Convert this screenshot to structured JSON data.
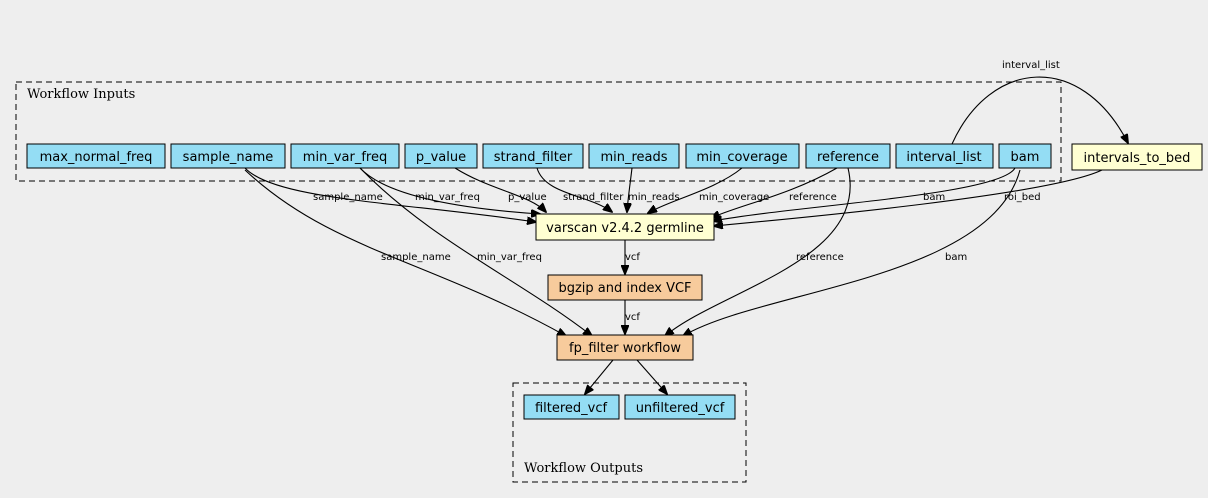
{
  "clusters": {
    "inputs_label": "Workflow Inputs",
    "outputs_label": "Workflow Outputs"
  },
  "nodes": {
    "max_normal_freq": "max_normal_freq",
    "sample_name": "sample_name",
    "min_var_freq": "min_var_freq",
    "p_value": "p_value",
    "strand_filter": "strand_filter",
    "min_reads": "min_reads",
    "min_coverage": "min_coverage",
    "reference": "reference",
    "interval_list": "interval_list",
    "bam": "bam",
    "intervals_to_bed": "intervals_to_bed",
    "varscan": "varscan v2.4.2 germline",
    "bgzip": "bgzip and index VCF",
    "fp_filter": "fp_filter workflow",
    "filtered_vcf": "filtered_vcf",
    "unfiltered_vcf": "unfiltered_vcf"
  },
  "edge_labels": {
    "interval_list_to_bed": "interval_list",
    "sample_name_to_varscan": "sample_name",
    "min_var_freq_to_varscan": "min_var_freq",
    "p_value_to_varscan": "p_value",
    "strand_filter_to_varscan": "strand_filter",
    "min_reads_to_varscan": "min_reads",
    "min_coverage_to_varscan": "min_coverage",
    "reference_to_varscan": "reference",
    "bam_to_varscan": "bam",
    "roi_bed_to_varscan": "roi_bed",
    "varscan_to_bgzip": "vcf",
    "bgzip_to_fp": "vcf",
    "sample_name_to_fp": "sample_name",
    "min_var_freq_to_fp": "min_var_freq",
    "reference_to_fp": "reference",
    "bam_to_fp": "bam"
  }
}
